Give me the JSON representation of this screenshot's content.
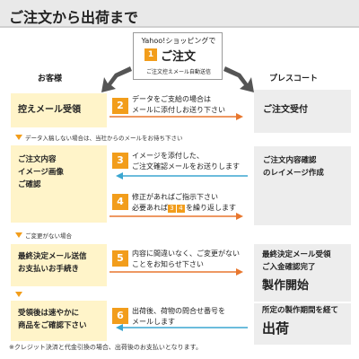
{
  "title": "ご注文から出荷まで",
  "order_box": {
    "line1": "Yahoo!ショッピングで",
    "step_num": "1",
    "line2": "ご注文",
    "line3": "ご注文控えメール自動送信"
  },
  "columns": {
    "left": "お客様",
    "right": "プレスコート"
  },
  "notes": {
    "no_input": "データ入稿しない場合は、当社からのメールをお待ち下さい",
    "no_change": "ご変更がない場合"
  },
  "left_boxes": [
    {
      "lines": [
        "控えメール受領"
      ]
    },
    {
      "lines": [
        "ご注文内容",
        "イメージ画像",
        "ご確認"
      ]
    },
    {
      "lines": [
        "最終決定メール送信",
        "お支払いお手続き"
      ]
    },
    {
      "lines": [
        "受領後は速やかに",
        "商品をご確認下さい"
      ]
    }
  ],
  "right_boxes": [
    {
      "lines": [
        "ご注文受付"
      ]
    },
    {
      "lines": [
        "ご注文内容確認",
        "のレイメージ作成"
      ]
    },
    {
      "lines": [
        "最終決定メール受領",
        "ご入金確認完了"
      ],
      "big": "製作開始"
    },
    {
      "lines": [
        "所定の製作期間を経て"
      ],
      "big": "出荷"
    }
  ],
  "steps": [
    {
      "num": "2",
      "lines": [
        "データをご支給の場合は",
        "メールに添付しお送り下さい"
      ]
    },
    {
      "num": "3",
      "lines": [
        "イメージを添付した、",
        "ご注文確認メールをお送りします"
      ]
    },
    {
      "num": "4",
      "lines": [
        "修正があればご指示下さい",
        "必要あれば",
        "を繰り返します"
      ],
      "badges": [
        "3",
        "4"
      ]
    },
    {
      "num": "5",
      "lines": [
        "内容に間違いなく、ご変更がない",
        "ことをお知らせ下さい"
      ]
    },
    {
      "num": "6",
      "lines": [
        "出荷後、荷物の問合せ番号を",
        "メールします"
      ]
    }
  ],
  "footer": "※クレジット決済と代金引換の場合、出荷後のお支払いとなります。",
  "colors": {
    "accent": "#f29d1b",
    "arrow_orange": "#e8772e",
    "arrow_blue": "#3ba6d0",
    "left_box": "#fff4c9",
    "right_box": "#ededed"
  },
  "icons": [
    "down-arrow-icon",
    "right-arrow-icon",
    "left-arrow-icon",
    "triangle-down-icon"
  ]
}
